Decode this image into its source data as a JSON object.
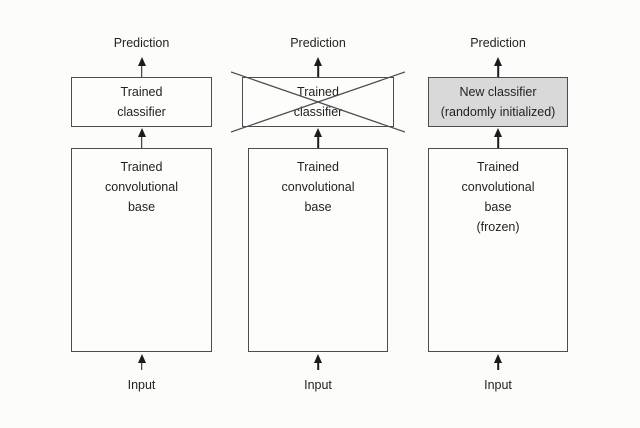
{
  "figure": {
    "columns": [
      {
        "prediction_label": "Prediction",
        "classifier_box": {
          "lines": [
            "Trained",
            "classifier"
          ],
          "crossed_out": false,
          "highlighted": false
        },
        "base_box": {
          "lines": [
            "Trained",
            "convolutional",
            "base"
          ]
        },
        "input_label": "Input"
      },
      {
        "prediction_label": "Prediction",
        "classifier_box": {
          "lines": [
            "Trained",
            "classifier"
          ],
          "crossed_out": true,
          "highlighted": false
        },
        "base_box": {
          "lines": [
            "Trained",
            "convolutional",
            "base"
          ]
        },
        "input_label": "Input"
      },
      {
        "prediction_label": "Prediction",
        "classifier_box": {
          "lines": [
            "New classifier",
            "(randomly initialized)"
          ],
          "crossed_out": false,
          "highlighted": true
        },
        "base_box": {
          "lines": [
            "Trained",
            "convolutional",
            "base",
            "(frozen)"
          ]
        },
        "input_label": "Input"
      }
    ],
    "colors": {
      "background": "#fcfcfa",
      "box_fill": "#fdfdfb",
      "box_border": "#4c4d4f",
      "highlight_fill": "#d8d9d8",
      "text": "#231f20",
      "arrow": "#1c1c1c"
    }
  }
}
